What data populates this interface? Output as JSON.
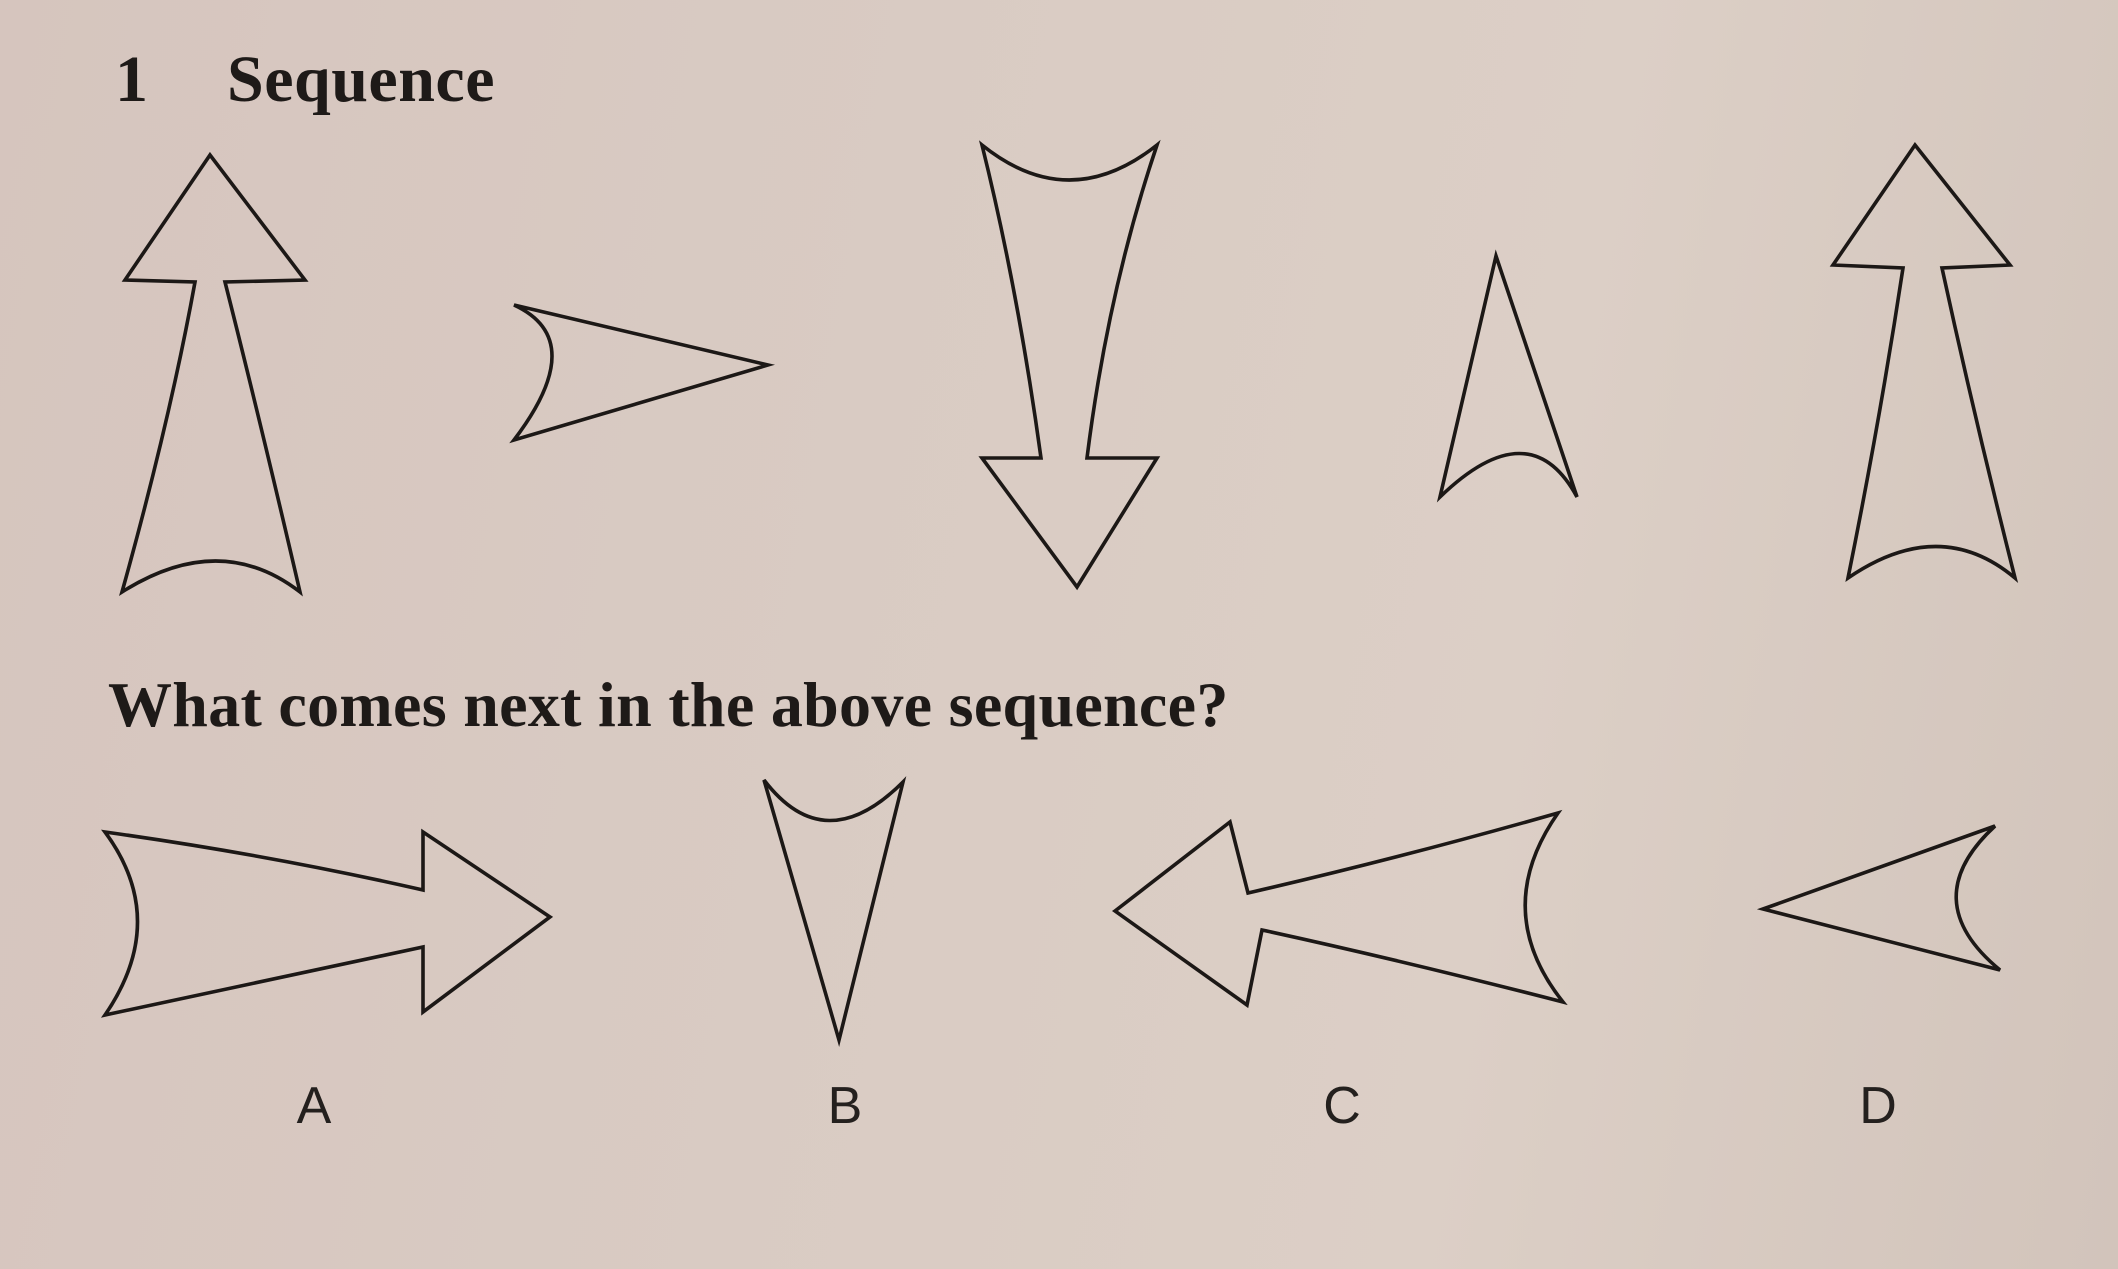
{
  "question": {
    "number": "1",
    "title": "Sequence",
    "prompt": "What comes next in the above sequence?"
  },
  "sequence_figures": [
    "long-arrow-up",
    "arrowhead-right",
    "long-arrow-down",
    "arrowhead-up",
    "long-arrow-up"
  ],
  "options": [
    {
      "label": "A",
      "figure": "long-arrow-right"
    },
    {
      "label": "B",
      "figure": "arrowhead-down"
    },
    {
      "label": "C",
      "figure": "long-arrow-left"
    },
    {
      "label": "D",
      "figure": "arrowhead-left"
    }
  ]
}
